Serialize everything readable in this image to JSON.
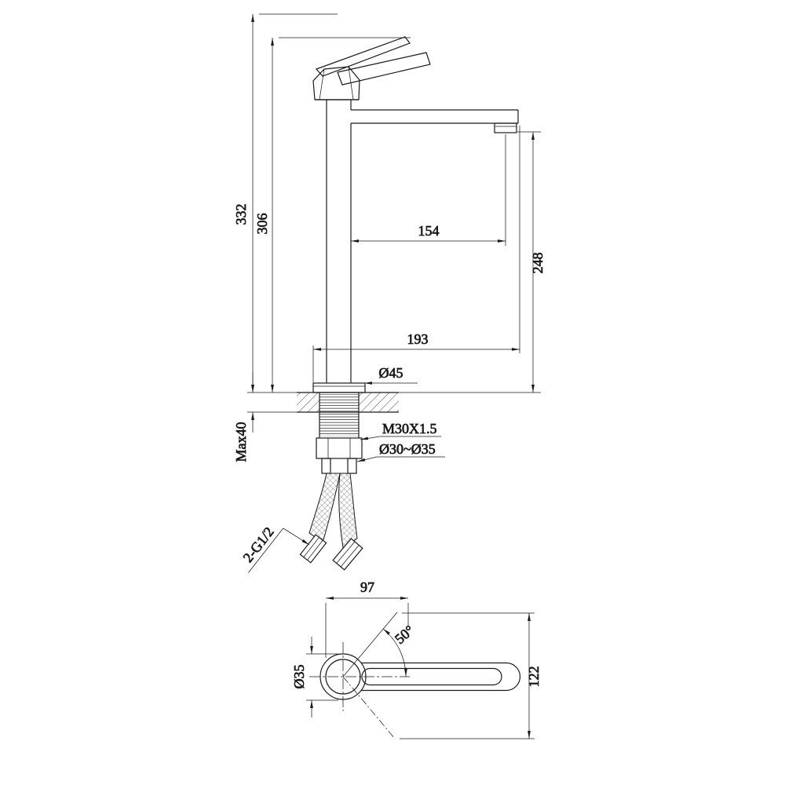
{
  "drawing": {
    "background": "#ffffff",
    "line_color": "#1a1a1a",
    "front_view": {
      "overall_height": "332",
      "height_to_spout": "306",
      "spout_reach": "154",
      "spout_outlet_height": "248",
      "overall_projection": "193",
      "base_diameter": "Ø45",
      "max_deck_thickness": "Max40",
      "mounting_thread": "M30X1.5",
      "hole_diameter_range": "Ø30~Ø35",
      "supply_connections": "2-G1/2"
    },
    "top_view": {
      "handle_projection": "97",
      "handle_swivel_angle": "50°",
      "body_diameter": "Ø35",
      "overall_length": "122"
    }
  }
}
